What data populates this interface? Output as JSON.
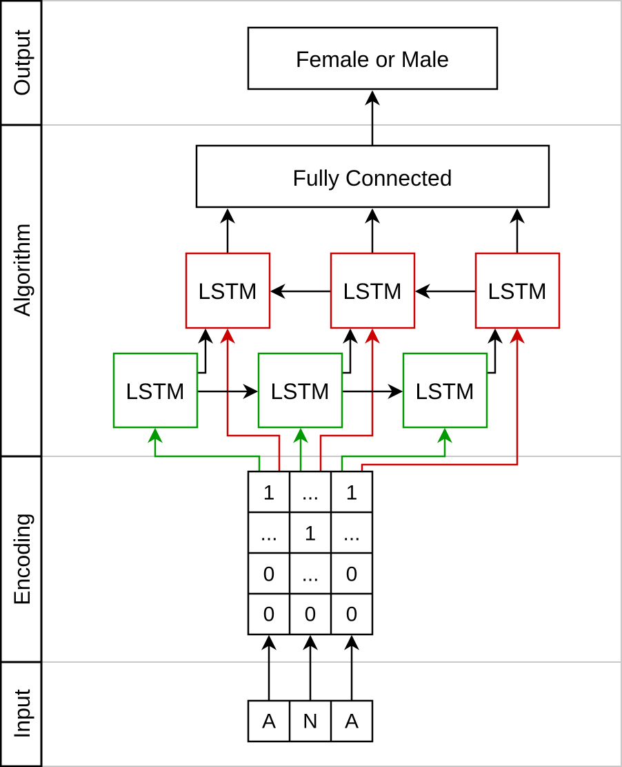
{
  "lanes": {
    "output": "Output",
    "algorithm": "Algorithm",
    "encoding": "Encoding",
    "input": "Input"
  },
  "output_box": "Female or Male",
  "fully_connected": "Fully Connected",
  "lstm_backward": [
    "LSTM",
    "LSTM",
    "LSTM"
  ],
  "lstm_forward": [
    "LSTM",
    "LSTM",
    "LSTM"
  ],
  "encoding_matrix": [
    [
      "1",
      "...",
      "1"
    ],
    [
      "...",
      "1",
      "..."
    ],
    [
      "0",
      "...",
      "0"
    ],
    [
      "0",
      "0",
      "0"
    ]
  ],
  "input_chars": [
    "A",
    "N",
    "A"
  ],
  "colors": {
    "forward": "#009900",
    "backward": "#cc0000",
    "default": "#000000",
    "lane_divider": "#c8c8c8"
  }
}
